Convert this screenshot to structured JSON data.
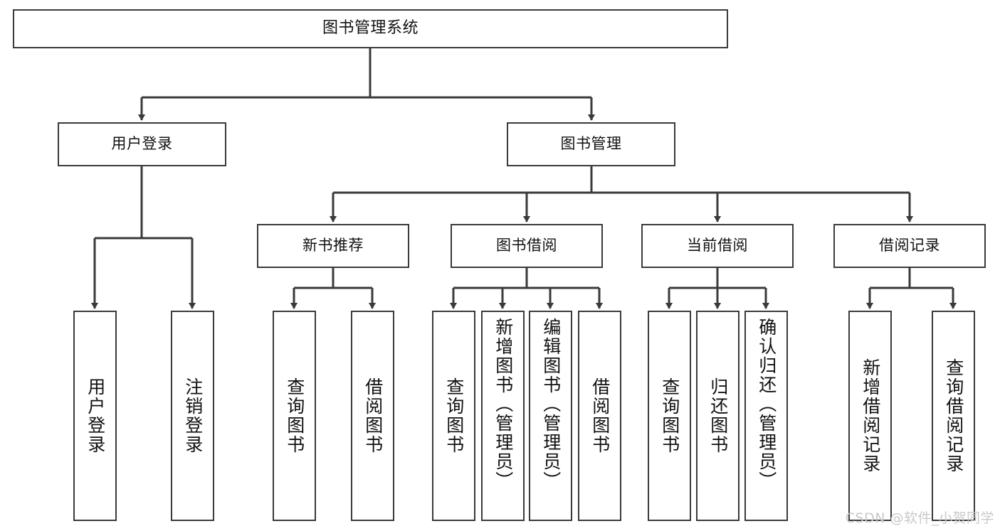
{
  "diagram": {
    "title": "图书管理系统",
    "type": "tree-hierarchy",
    "root": {
      "label": "图书管理系统"
    },
    "level2": [
      {
        "label": "用户登录"
      },
      {
        "label": "图书管理"
      }
    ],
    "level3": [
      {
        "label": "新书推荐"
      },
      {
        "label": "图书借阅"
      },
      {
        "label": "当前借阅"
      },
      {
        "label": "借阅记录"
      }
    ],
    "leaves": {
      "user_login": [
        {
          "label": "用户登录"
        },
        {
          "label": "注销登录"
        }
      ],
      "new_book_recommend": [
        {
          "label": "查询图书"
        },
        {
          "label": "借阅图书"
        }
      ],
      "book_borrow": [
        {
          "label": "查询图书"
        },
        {
          "label": "新增图书（管理员）"
        },
        {
          "label": "编辑图书（管理员）"
        },
        {
          "label": "借阅图书"
        }
      ],
      "current_borrow": [
        {
          "label": "查询图书"
        },
        {
          "label": "归还图书"
        },
        {
          "label": "确认归还（管理员）"
        }
      ],
      "borrow_records": [
        {
          "label": "新增借阅记录"
        },
        {
          "label": "查询借阅记录"
        }
      ]
    }
  },
  "watermark": {
    "text": "CSDN @软件_小贺同学"
  },
  "colors": {
    "stroke": "#3a3a3a",
    "background": "#ffffff",
    "text": "#111111",
    "watermark": "#c9c9c9"
  }
}
